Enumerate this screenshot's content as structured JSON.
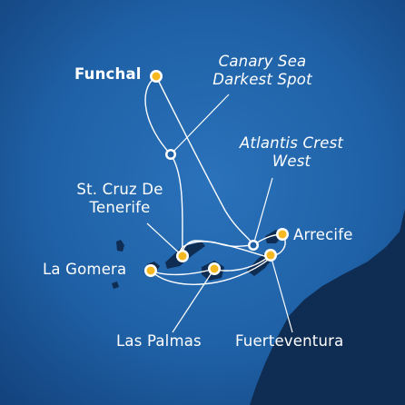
{
  "map": {
    "ports": [
      {
        "id": "funchal",
        "name": "Funchal",
        "type": "port"
      },
      {
        "id": "tenerife",
        "name": "St. Cruz De Tenerife",
        "line1": "St. Cruz De",
        "line2": "Tenerife",
        "type": "port"
      },
      {
        "id": "gomera",
        "name": "La Gomera",
        "type": "port"
      },
      {
        "id": "palmas",
        "name": "Las Palmas",
        "type": "port"
      },
      {
        "id": "arrecife",
        "name": "Arrecife",
        "type": "port"
      },
      {
        "id": "fuerteventura",
        "name": "Fuerteventura",
        "type": "port"
      }
    ],
    "waypoints": [
      {
        "id": "canary",
        "name": "Canary Sea Darkest Spot",
        "line1": "Canary Sea",
        "line2": "Darkest Spot",
        "type": "cruising"
      },
      {
        "id": "atlantis",
        "name": "Atlantis Crest West",
        "line1": "Atlantis Crest",
        "line2": "West",
        "type": "cruising"
      }
    ],
    "colors": {
      "ocean_dark": "#123f79",
      "ocean_mid": "#1f5fa3",
      "ocean_light": "#2b73bb",
      "land": "#0f2c52",
      "route": "#ffffff",
      "port_marker": "#f5b820",
      "waypoint_marker": "#1f5fa3"
    }
  }
}
